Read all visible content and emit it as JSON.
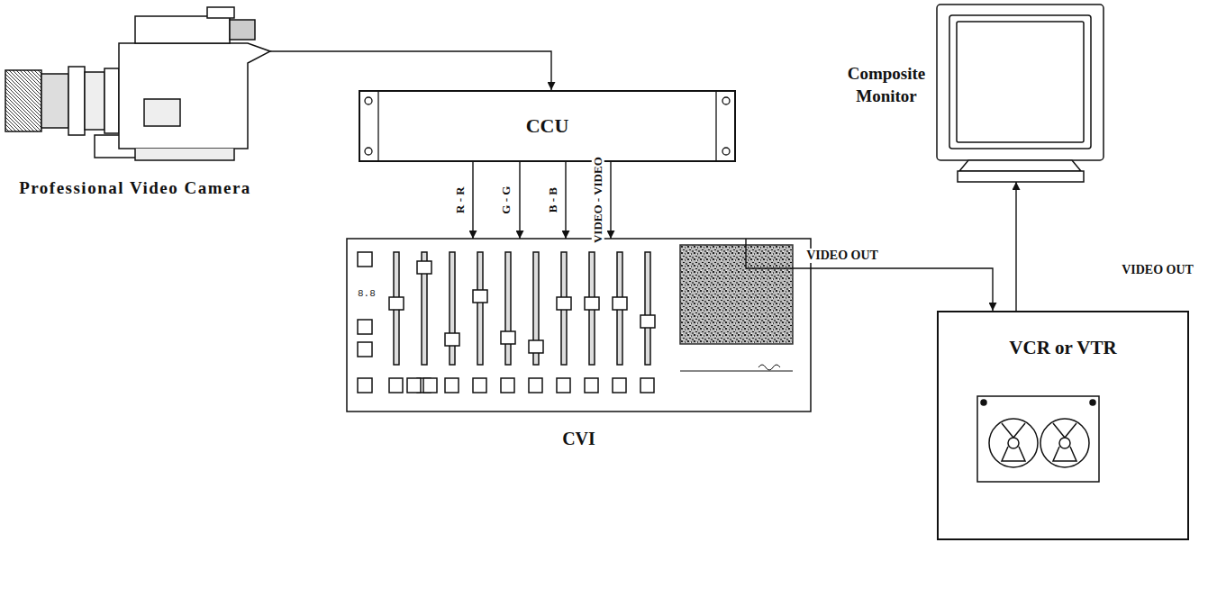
{
  "diagram": {
    "nodes": [
      {
        "text": [
          "Professional Video Camera"
        ]
      },
      {
        "text": [
          "CCU"
        ]
      },
      {
        "text": [
          "CVI"
        ]
      },
      {
        "text": [
          "Composite Monitor"
        ]
      },
      {
        "text": [
          "VCR or VTR"
        ]
      }
    ],
    "edges": [
      {
        "from": 0,
        "to": 1,
        "arrow": "to"
      },
      {
        "from": 1,
        "to": 2,
        "label": "R - R",
        "arrow": "to"
      },
      {
        "from": 1,
        "to": 2,
        "label": "G - G",
        "arrow": "to"
      },
      {
        "from": 1,
        "to": 2,
        "label": "B - B",
        "arrow": "to"
      },
      {
        "from": 1,
        "to": 2,
        "label": "VIDEO - VIDEO",
        "arrow": "to"
      },
      {
        "from": 2,
        "to": 4,
        "label": "VIDEO OUT",
        "arrow": "to"
      },
      {
        "from": 4,
        "to": 3,
        "label": "VIDEO OUT",
        "arrow": "to"
      }
    ],
    "labels": [
      "8.8"
    ]
  }
}
